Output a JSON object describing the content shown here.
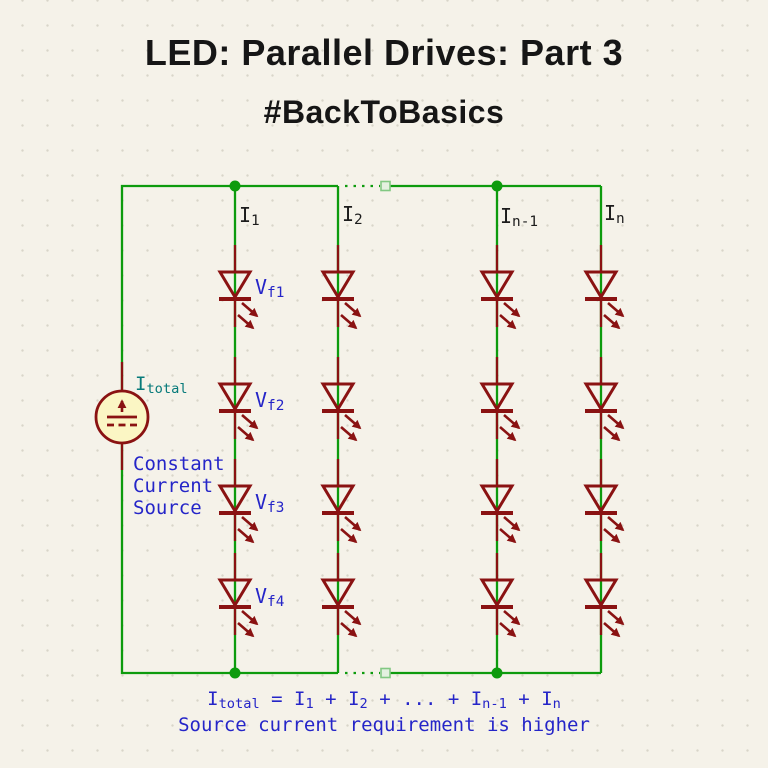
{
  "header": {
    "title": "LED: Parallel Drives: Part 3",
    "subtitle": "#BackToBasics"
  },
  "colors": {
    "bg": "#f5f2e9",
    "grid-dot": "#d9d5c9",
    "title": "#161616",
    "wire": "#0d9b0d",
    "marker-green": "#82c882",
    "marker-fill": "#e4f1e0",
    "symbol": "#8a1212",
    "source-fill": "#fbf6c4",
    "label-black": "#1c1c1c",
    "label-blue": "#2525c8",
    "label-teal": "#077a7a"
  },
  "labels": {
    "i1": {
      "tokens": [
        {
          "text": "I",
          "sub": "1"
        }
      ]
    },
    "i2": {
      "tokens": [
        {
          "text": "I",
          "sub": "2"
        }
      ]
    },
    "in1": {
      "tokens": [
        {
          "text": "I",
          "sub": "n-1"
        }
      ]
    },
    "in": {
      "tokens": [
        {
          "text": "I",
          "sub": "n"
        }
      ]
    },
    "vf1": {
      "tokens": [
        {
          "text": "V",
          "sub": "f1"
        }
      ]
    },
    "vf2": {
      "tokens": [
        {
          "text": "V",
          "sub": "f2"
        }
      ]
    },
    "vf3": {
      "tokens": [
        {
          "text": "V",
          "sub": "f3"
        }
      ]
    },
    "vf4": {
      "tokens": [
        {
          "text": "V",
          "sub": "f4"
        }
      ]
    },
    "itotal": {
      "tokens": [
        {
          "text": "I",
          "sub": "total"
        }
      ]
    },
    "source_name": "Constant\nCurrent\nSource"
  },
  "equation": {
    "tokens": [
      {
        "text": "I",
        "sub": "total"
      },
      {
        "text": " = "
      },
      {
        "text": "I",
        "sub": "1"
      },
      {
        "text": " + "
      },
      {
        "text": "I",
        "sub": "2"
      },
      {
        "text": " + ... + "
      },
      {
        "text": "I",
        "sub": "n-1"
      },
      {
        "text": " + "
      },
      {
        "text": "I",
        "sub": "n"
      }
    ]
  },
  "caption": {
    "text": "Source current requirement is higher"
  }
}
